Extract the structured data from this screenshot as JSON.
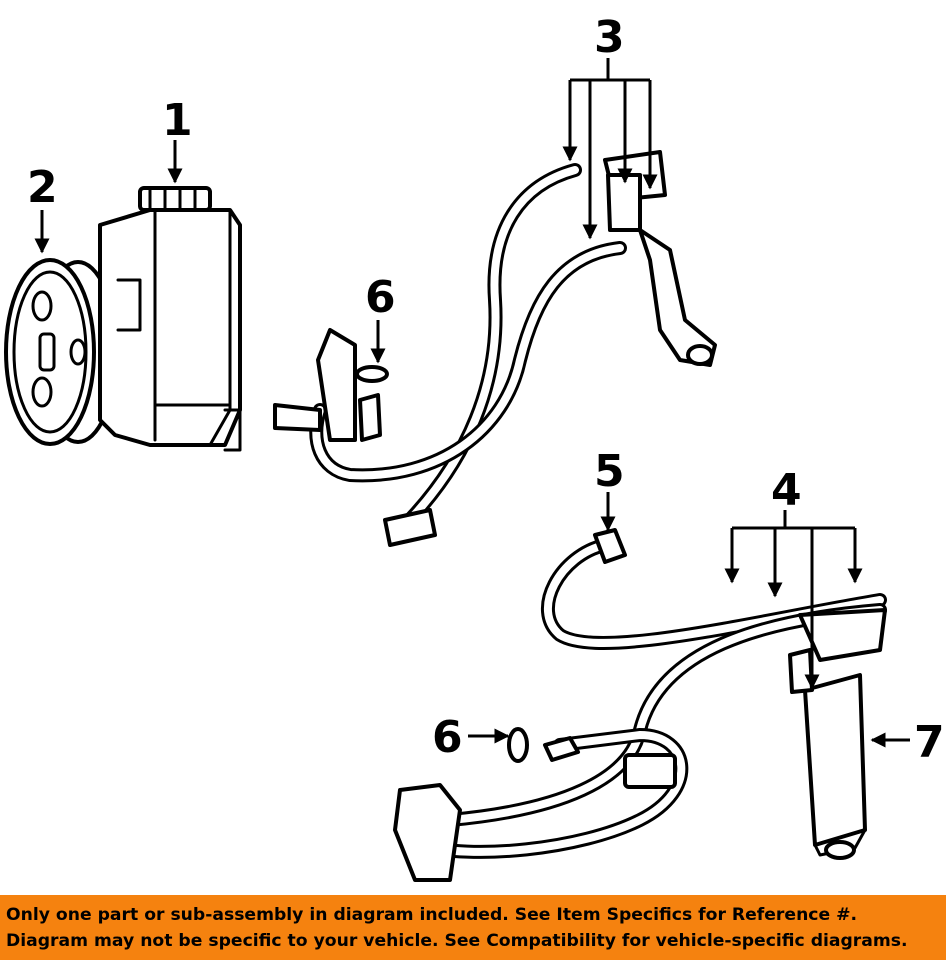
{
  "callouts": {
    "c1": "1",
    "c2": "2",
    "c3": "3",
    "c4": "4",
    "c5": "5",
    "c6a": "6",
    "c6b": "6",
    "c7": "7"
  },
  "banner": {
    "line1": "Only one part or sub-assembly in diagram included. See Item Specifics for Reference #.",
    "line2": "Diagram may not be specific to your vehicle. See Compatibility for vehicle-specific diagrams."
  },
  "colors": {
    "banner_background": "#f5820f",
    "line_art": "#000000",
    "background": "#ffffff"
  }
}
